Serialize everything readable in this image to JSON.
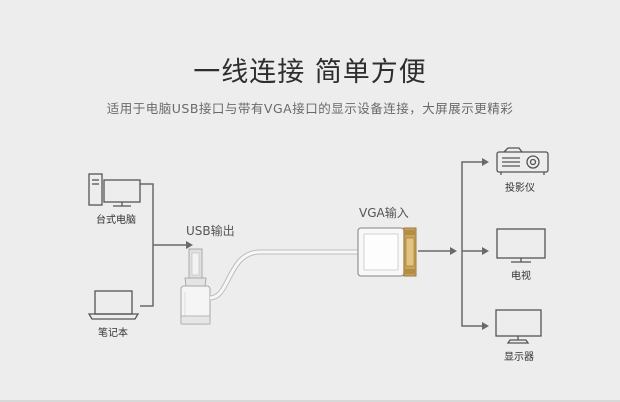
{
  "header": {
    "title": "一线连接 简单方便",
    "subtitle": "适用于电脑USB接口与带有VGA接口的显示设备连接，大屏展示更精彩"
  },
  "sources": [
    {
      "label": "台式电脑",
      "icon": "desktop-computer-icon"
    },
    {
      "label": "笔记本",
      "icon": "laptop-icon"
    }
  ],
  "adapter": {
    "usb_label": "USB输出",
    "vga_label": "VGA输入"
  },
  "targets": [
    {
      "label": "投影仪",
      "icon": "projector-icon"
    },
    {
      "label": "电视",
      "icon": "tv-icon"
    },
    {
      "label": "显示器",
      "icon": "monitor-icon"
    }
  ],
  "colors": {
    "background": "#ededed",
    "line": "#6a6a6a",
    "text": "#333333"
  }
}
